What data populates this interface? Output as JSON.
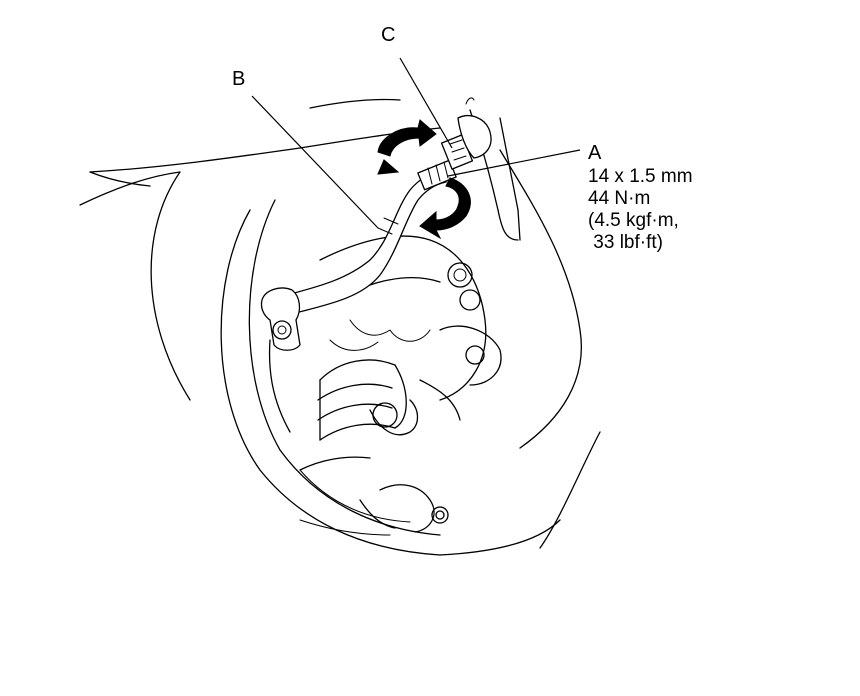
{
  "callouts": {
    "a": "A",
    "b": "B",
    "c": "C"
  },
  "spec": {
    "line1": "14 x 1.5 mm",
    "line2": "44 N·m",
    "line3": "(4.5 kgf·m,",
    "line4": " 33 lbf·ft)"
  }
}
